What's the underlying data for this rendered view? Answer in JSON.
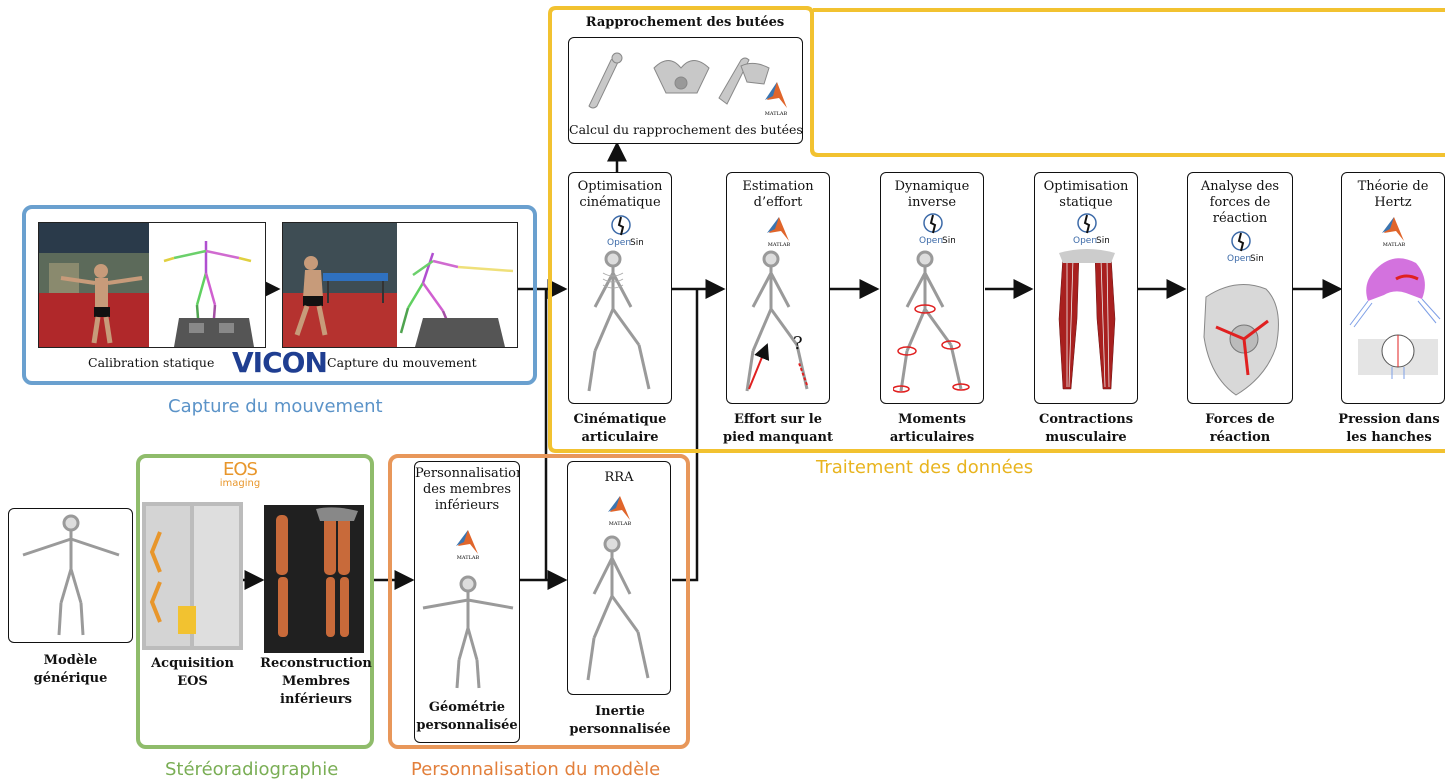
{
  "group_labels": {
    "capture": "Capture du mouvement",
    "treatment": "Traitement des données",
    "stereo": "Stéréoradiographie",
    "personalisation": "Personnalisation du modèle"
  },
  "colors": {
    "capture": "#6aa0cf",
    "treatment": "#f2c230",
    "stereo": "#8fbc6b",
    "personalisation": "#e8975a"
  },
  "capture": {
    "calibration": "Calibration statique",
    "logo": "VICON",
    "capture": "Capture du mouvement"
  },
  "butees": {
    "title": "Rapprochement des butées",
    "caption": "Calcul du rapprochement des butées"
  },
  "software": {
    "opensim_open": "Open",
    "opensim_sim": "Sim",
    "matlab": "MATLAB",
    "eos_top": "EOS",
    "eos_bottom": "imaging"
  },
  "pipeline": [
    {
      "title": "Optimisation cinématique",
      "caption": "Cinématique articulaire"
    },
    {
      "title": "Estimation d’effort",
      "caption": "Effort sur le pied manquant"
    },
    {
      "title": "Dynamique inverse",
      "caption": "Moments articulaires"
    },
    {
      "title": "Optimisation statique",
      "caption": "Contractions musculaire"
    },
    {
      "title": "Analyse des forces de réaction",
      "caption": "Forces de réaction"
    },
    {
      "title": "Théorie de Hertz",
      "caption": "Pression dans les hanches"
    }
  ],
  "question_mark": "?",
  "stereo": {
    "generic": "Modèle générique",
    "acquisition": "Acquisition EOS",
    "reconstruction": "Reconstruction Membres inférieurs"
  },
  "perso": {
    "lower_title": "Personnalisation des membres inférieurs",
    "lower_caption": "Géométrie personnalisée",
    "rra_title": "RRA",
    "rra_caption": "Inertie personnalisée"
  }
}
